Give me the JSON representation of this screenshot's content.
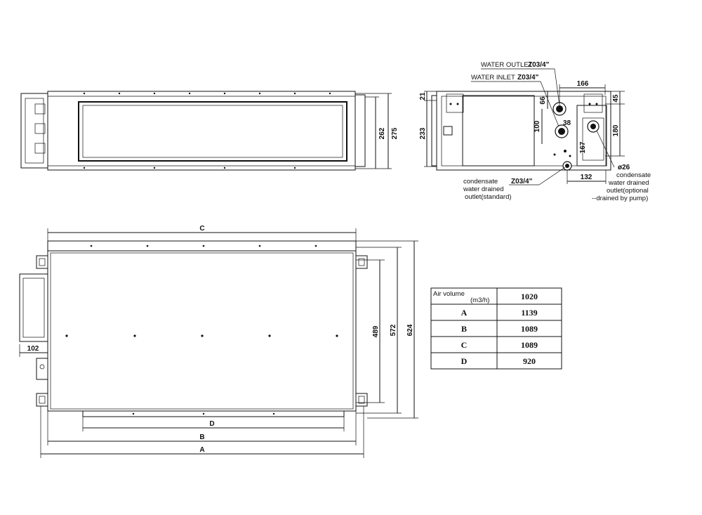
{
  "top_view": {
    "dims": {
      "height_inner": "262",
      "height_outer": "275"
    }
  },
  "side_view": {
    "labels": {
      "water_outlet": "WATER OUTLET",
      "water_outlet_size": "Z03/4\"",
      "water_inlet": "WATER INLET",
      "water_inlet_size": "Z03/4\"",
      "condensate_std_size": "Z03/4\"",
      "condensate_std_1": "condensate",
      "condensate_std_2": "water drained",
      "condensate_std_3": "outlet(standard)",
      "drain_dia": "ø26",
      "condensate_opt_1": "condensate",
      "condensate_opt_2": "water drained",
      "condensate_opt_3": "outlet(optional",
      "condensate_opt_4": "--drained by pump)"
    },
    "dims": {
      "d21": "21",
      "d233": "233",
      "d166": "166",
      "d45": "45",
      "d66": "66",
      "d100": "100",
      "d38": "38",
      "d180": "180",
      "d167": "167",
      "d132": "132"
    }
  },
  "front_view": {
    "dims": {
      "C": "C",
      "D": "D",
      "B": "B",
      "A": "A",
      "d102": "102",
      "d489": "489",
      "d572": "572",
      "d624": "624"
    }
  },
  "air_table": {
    "header_label": "Air volume",
    "header_unit": "(m3/h)",
    "header_value": "1020",
    "rows": [
      {
        "label": "A",
        "value": "1139"
      },
      {
        "label": "B",
        "value": "1089"
      },
      {
        "label": "C",
        "value": "1089"
      },
      {
        "label": "D",
        "value": "920"
      }
    ]
  }
}
